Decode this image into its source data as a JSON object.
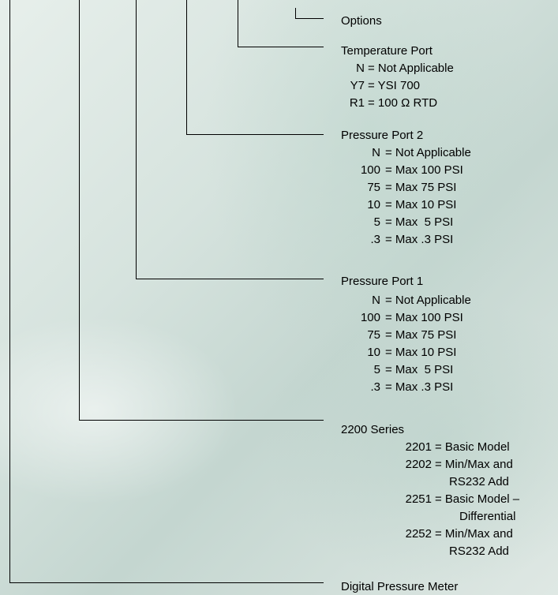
{
  "sections": {
    "options": {
      "title": "Options"
    },
    "temperature_port": {
      "title": "Temperature Port",
      "items": [
        {
          "code": "N",
          "desc": "= Not Applicable"
        },
        {
          "code": "Y7",
          "desc": "= YSI 700"
        },
        {
          "code": "R1",
          "desc": "= 100 Ω RTD"
        }
      ]
    },
    "pressure_port_2": {
      "title": "Pressure Port 2",
      "items": [
        {
          "code": "N",
          "desc": "= Not Applicable"
        },
        {
          "code": "100",
          "desc": "= Max 100 PSI"
        },
        {
          "code": "75",
          "desc": "= Max 75 PSI"
        },
        {
          "code": "10",
          "desc": "= Max 10 PSI"
        },
        {
          "code": "5",
          "desc": "= Max  5 PSI"
        },
        {
          "code": ".3",
          "desc": "= Max .3 PSI"
        }
      ]
    },
    "pressure_port_1": {
      "title": "Pressure Port 1",
      "items": [
        {
          "code": "N",
          "desc": "= Not Applicable"
        },
        {
          "code": "100",
          "desc": "= Max 100 PSI"
        },
        {
          "code": "75",
          "desc": "= Max 75 PSI"
        },
        {
          "code": "10",
          "desc": "= Max 10 PSI"
        },
        {
          "code": "5",
          "desc": "= Max  5 PSI"
        },
        {
          "code": ".3",
          "desc": "= Max .3 PSI"
        }
      ]
    },
    "series_2200": {
      "title": "2200 Series",
      "items": [
        {
          "code": "2201",
          "desc": "= Basic Model"
        },
        {
          "code": "2202",
          "desc": "= Min/Max and",
          "desc2": "RS232 Add"
        },
        {
          "code": "2251",
          "desc": "= Basic Model –",
          "desc2": "Differential"
        },
        {
          "code": "2252",
          "desc": "= Min/Max and",
          "desc2": "RS232 Add"
        }
      ]
    },
    "digital_pressure_meter": {
      "title": "Digital Pressure Meter"
    }
  }
}
